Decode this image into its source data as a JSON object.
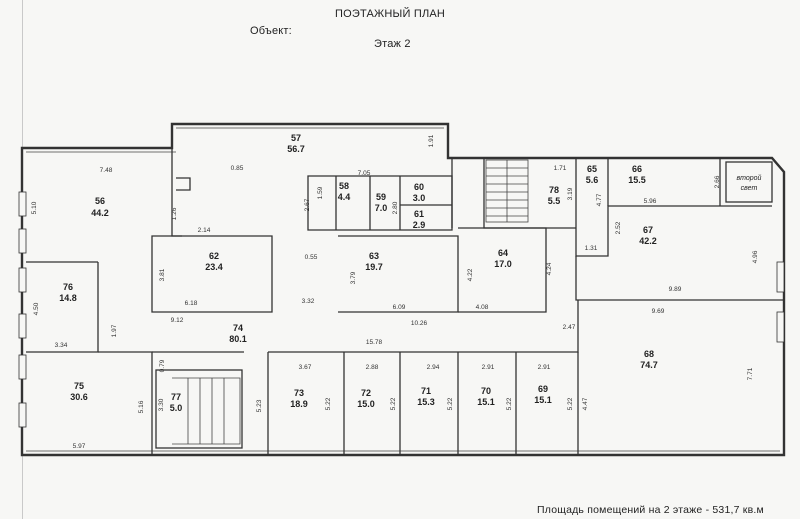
{
  "header": {
    "title": "ПОЭТАЖНЫЙ ПЛАН",
    "object_label": "Объект:",
    "floor_label": "Этаж 2"
  },
  "footer": {
    "area_note": "Площадь помещений на 2 этаже - 531,7 кв.м"
  },
  "rooms": [
    {
      "id": "56",
      "num": "56",
      "area": "44.2"
    },
    {
      "id": "57",
      "num": "57",
      "area": "56.7"
    },
    {
      "id": "58",
      "num": "58",
      "area": "4.4"
    },
    {
      "id": "59",
      "num": "59",
      "area": "7.0"
    },
    {
      "id": "60",
      "num": "60",
      "area": "3.0"
    },
    {
      "id": "61",
      "num": "61",
      "area": "2.9"
    },
    {
      "id": "62",
      "num": "62",
      "area": "23.4"
    },
    {
      "id": "63",
      "num": "63",
      "area": "19.7"
    },
    {
      "id": "64",
      "num": "64",
      "area": "17.0"
    },
    {
      "id": "65",
      "num": "65",
      "area": "5.6"
    },
    {
      "id": "66",
      "num": "66",
      "area": "15.5"
    },
    {
      "id": "67",
      "num": "67",
      "area": "42.2"
    },
    {
      "id": "68",
      "num": "68",
      "area": "74.7"
    },
    {
      "id": "69",
      "num": "69",
      "area": "15.1"
    },
    {
      "id": "70",
      "num": "70",
      "area": "15.1"
    },
    {
      "id": "71",
      "num": "71",
      "area": "15.3"
    },
    {
      "id": "72",
      "num": "72",
      "area": "15.0"
    },
    {
      "id": "73",
      "num": "73",
      "area": "18.9"
    },
    {
      "id": "74",
      "num": "74",
      "area": "80.1"
    },
    {
      "id": "75",
      "num": "75",
      "area": "30.6"
    },
    {
      "id": "76",
      "num": "76",
      "area": "14.8"
    },
    {
      "id": "77",
      "num": "77",
      "area": "5.0"
    },
    {
      "id": "78",
      "num": "78",
      "area": "5.5"
    }
  ],
  "second_light": {
    "line1": "второй",
    "line2": "свет"
  },
  "dimensions": [
    "7.48",
    "5.10",
    "1.26",
    "2.14",
    "0.85",
    "1.91",
    "7.05",
    "1.59",
    "2.67",
    "2.80",
    "3.19",
    "1.71",
    "4.77",
    "5.96",
    "2.66",
    "2.52",
    "1.31",
    "4.96",
    "9.89",
    "3.81",
    "6.18",
    "0.55",
    "3.32",
    "3.79",
    "6.09",
    "4.22",
    "4.08",
    "4.24",
    "9.12",
    "1.97",
    "10.26",
    "2.47",
    "9.69",
    "4.50",
    "3.34",
    "15.78",
    "0.79",
    "3.67",
    "2.88",
    "2.94",
    "2.91",
    "2.91",
    "7.71",
    "5.16",
    "3.30",
    "5.23",
    "5.22",
    "5.22",
    "5.22",
    "5.22",
    "5.22",
    "4.47",
    "5.97"
  ]
}
